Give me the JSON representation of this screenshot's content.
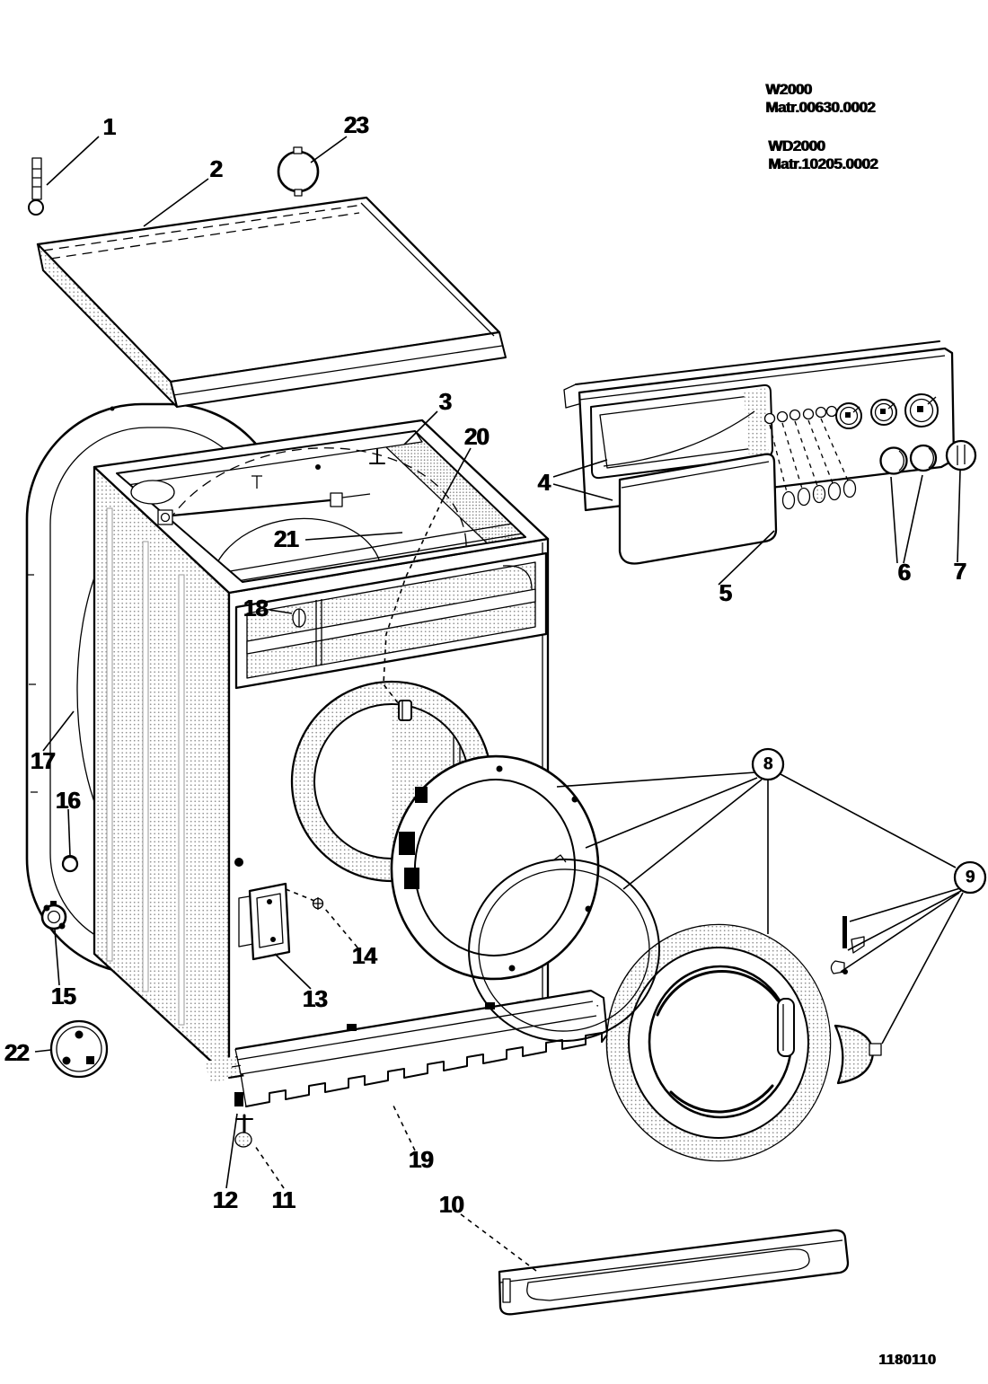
{
  "page": {
    "model_blocks": [
      {
        "name": "W2000",
        "code": "Matr.00630.0002"
      },
      {
        "name": "WD2000",
        "code": "Matr.10205.0002"
      }
    ],
    "drawing_number": "1180110"
  },
  "callouts": {
    "c1": "1",
    "c2": "2",
    "c3": "3",
    "c4": "4",
    "c5": "5",
    "c6": "6",
    "c7": "7",
    "c8": "8",
    "c9": "9",
    "c10": "10",
    "c11": "11",
    "c12": "12",
    "c13": "13",
    "c14": "14",
    "c15": "15",
    "c16": "16",
    "c17": "17",
    "c18": "18",
    "c19": "19",
    "c20": "20",
    "c21": "21",
    "c22": "22",
    "c23": "23"
  }
}
